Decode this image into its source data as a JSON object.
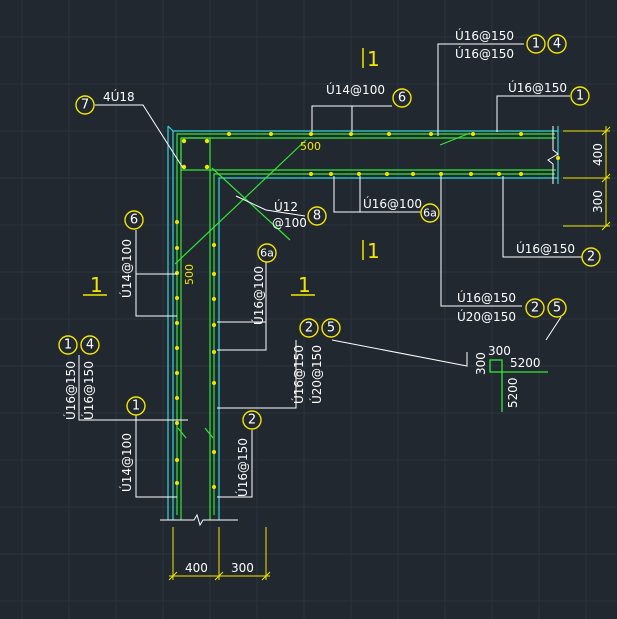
{
  "colors": {
    "background": "#212830",
    "grid": "#2c3540",
    "concrete_outline": "#33d6d6",
    "rebar": "#33e633",
    "bar_dot": "#f2e600",
    "leader": "#ffffff",
    "bubble": "#f2e600"
  },
  "labels": {
    "top_right_pair": [
      "Ú16@150",
      "Ú16@150"
    ],
    "top_right_bubbles": [
      "1",
      "4"
    ],
    "top_center": "Ú14@100",
    "top_center_bubble": "6",
    "top_far_right": "Ú16@150",
    "top_far_right_bubble": "1",
    "corner_bars": "4Ú18",
    "corner_bubble": "7",
    "tie_top": "Ú12",
    "tie_bottom": "@100",
    "tie_bubble": "8",
    "inner_top": "Ú16@100",
    "inner_top_bubble": "6a",
    "right_low": "Ú16@150",
    "right_low_bubble": "2",
    "mid_right_pair": [
      "Ú16@150",
      "Ú20@150"
    ],
    "mid_right_bubbles": [
      "2",
      "5"
    ],
    "left_v1": "Ú14@100",
    "left_v1_bubble": "6",
    "left_v2": "Ú16@100",
    "left_v2_bubble": "6a",
    "left_pair": [
      "Ú16@150",
      "Ú16@150"
    ],
    "left_pair_bubbles": [
      "1",
      "4"
    ],
    "left_low": "Ú14@100",
    "left_low_bubble": "1",
    "center_pair": [
      "Ú16@150",
      "Ú20@150"
    ],
    "center_pair_bubbles": [
      "2",
      "5"
    ],
    "bottom_inner": "Ú16@150",
    "bottom_inner_bubble": "2",
    "lap_top": "500",
    "lap_left": "500",
    "hook_300": "300",
    "hook_5200_h": "5200",
    "hook_300_v": "300",
    "hook_5200_v": "5200",
    "dim_right_upper": "400",
    "dim_right_lower": "300",
    "dim_bottom_left": "400",
    "dim_bottom_right": "300",
    "section_top": "1",
    "section_mid": "1",
    "section_left": "1",
    "section_center": "1"
  }
}
